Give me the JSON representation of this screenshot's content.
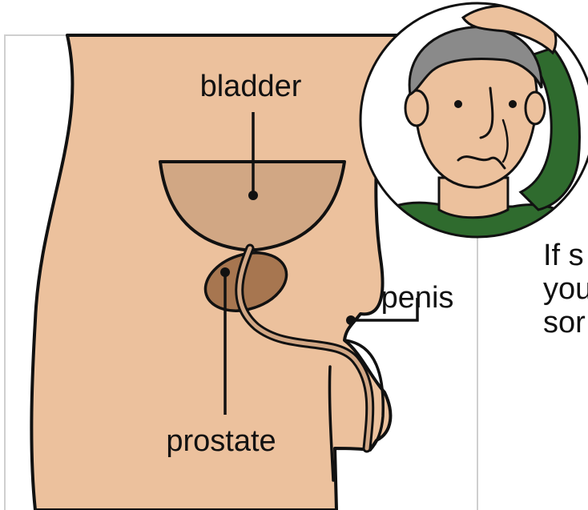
{
  "labels": {
    "bladder": "bladder",
    "prostate": "prostate",
    "penis": "penis"
  },
  "caption": {
    "lines": [
      "If s",
      "you",
      "sor"
    ]
  },
  "colors": {
    "skin": "#ecc19d",
    "bladder_fill": "#d1a784",
    "prostate_fill": "#a77650",
    "urethra_fill": "#d2a785",
    "hair": "#8a8a8a",
    "sweater": "#2f6b2e",
    "outline": "#111111",
    "panel_border": "#cfcfcf"
  },
  "icons": {
    "worried_man": "worried-man-icon"
  }
}
